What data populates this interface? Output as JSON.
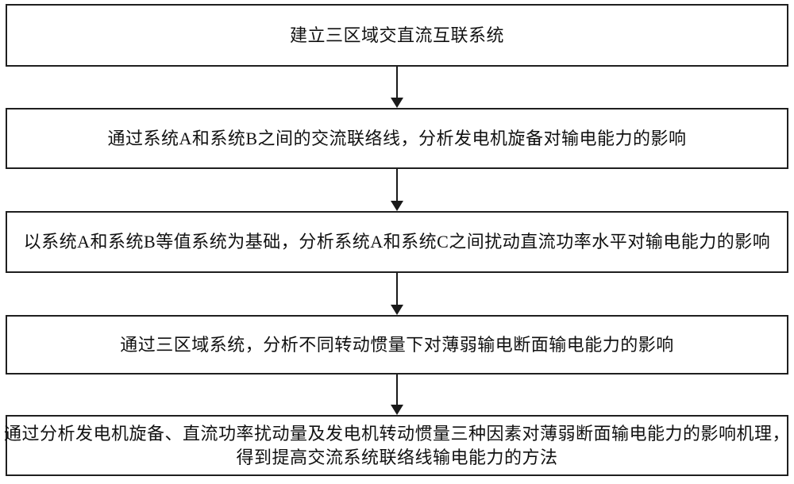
{
  "flowchart": {
    "steps": [
      {
        "lines": [
          "建立三区域交直流互联系统"
        ]
      },
      {
        "lines": [
          "通过系统A和系统B之间的交流联络线，分析发电机旋备对输电能力的影响"
        ]
      },
      {
        "lines": [
          "以系统A和系统B等值系统为基础，分析系统A和系统C之间扰动直流功率水平对输电能力的影响"
        ]
      },
      {
        "lines": [
          "通过三区域系统，分析不同转动惯量下对薄弱输电断面输电能力的影响"
        ]
      },
      {
        "lines": [
          "通过分析发电机旋备、直流功率扰动量及发电机转动惯量三种因素对薄弱断面输电能力的影响机理，",
          "得到提高交流系统联络线输电能力的方法"
        ]
      }
    ]
  },
  "colors": {
    "page_bg": "#ffffff",
    "box_fill": "#ffffff",
    "box_border": "#1f1f1f",
    "text": "#111111",
    "arrow": "#1a1a1a"
  }
}
